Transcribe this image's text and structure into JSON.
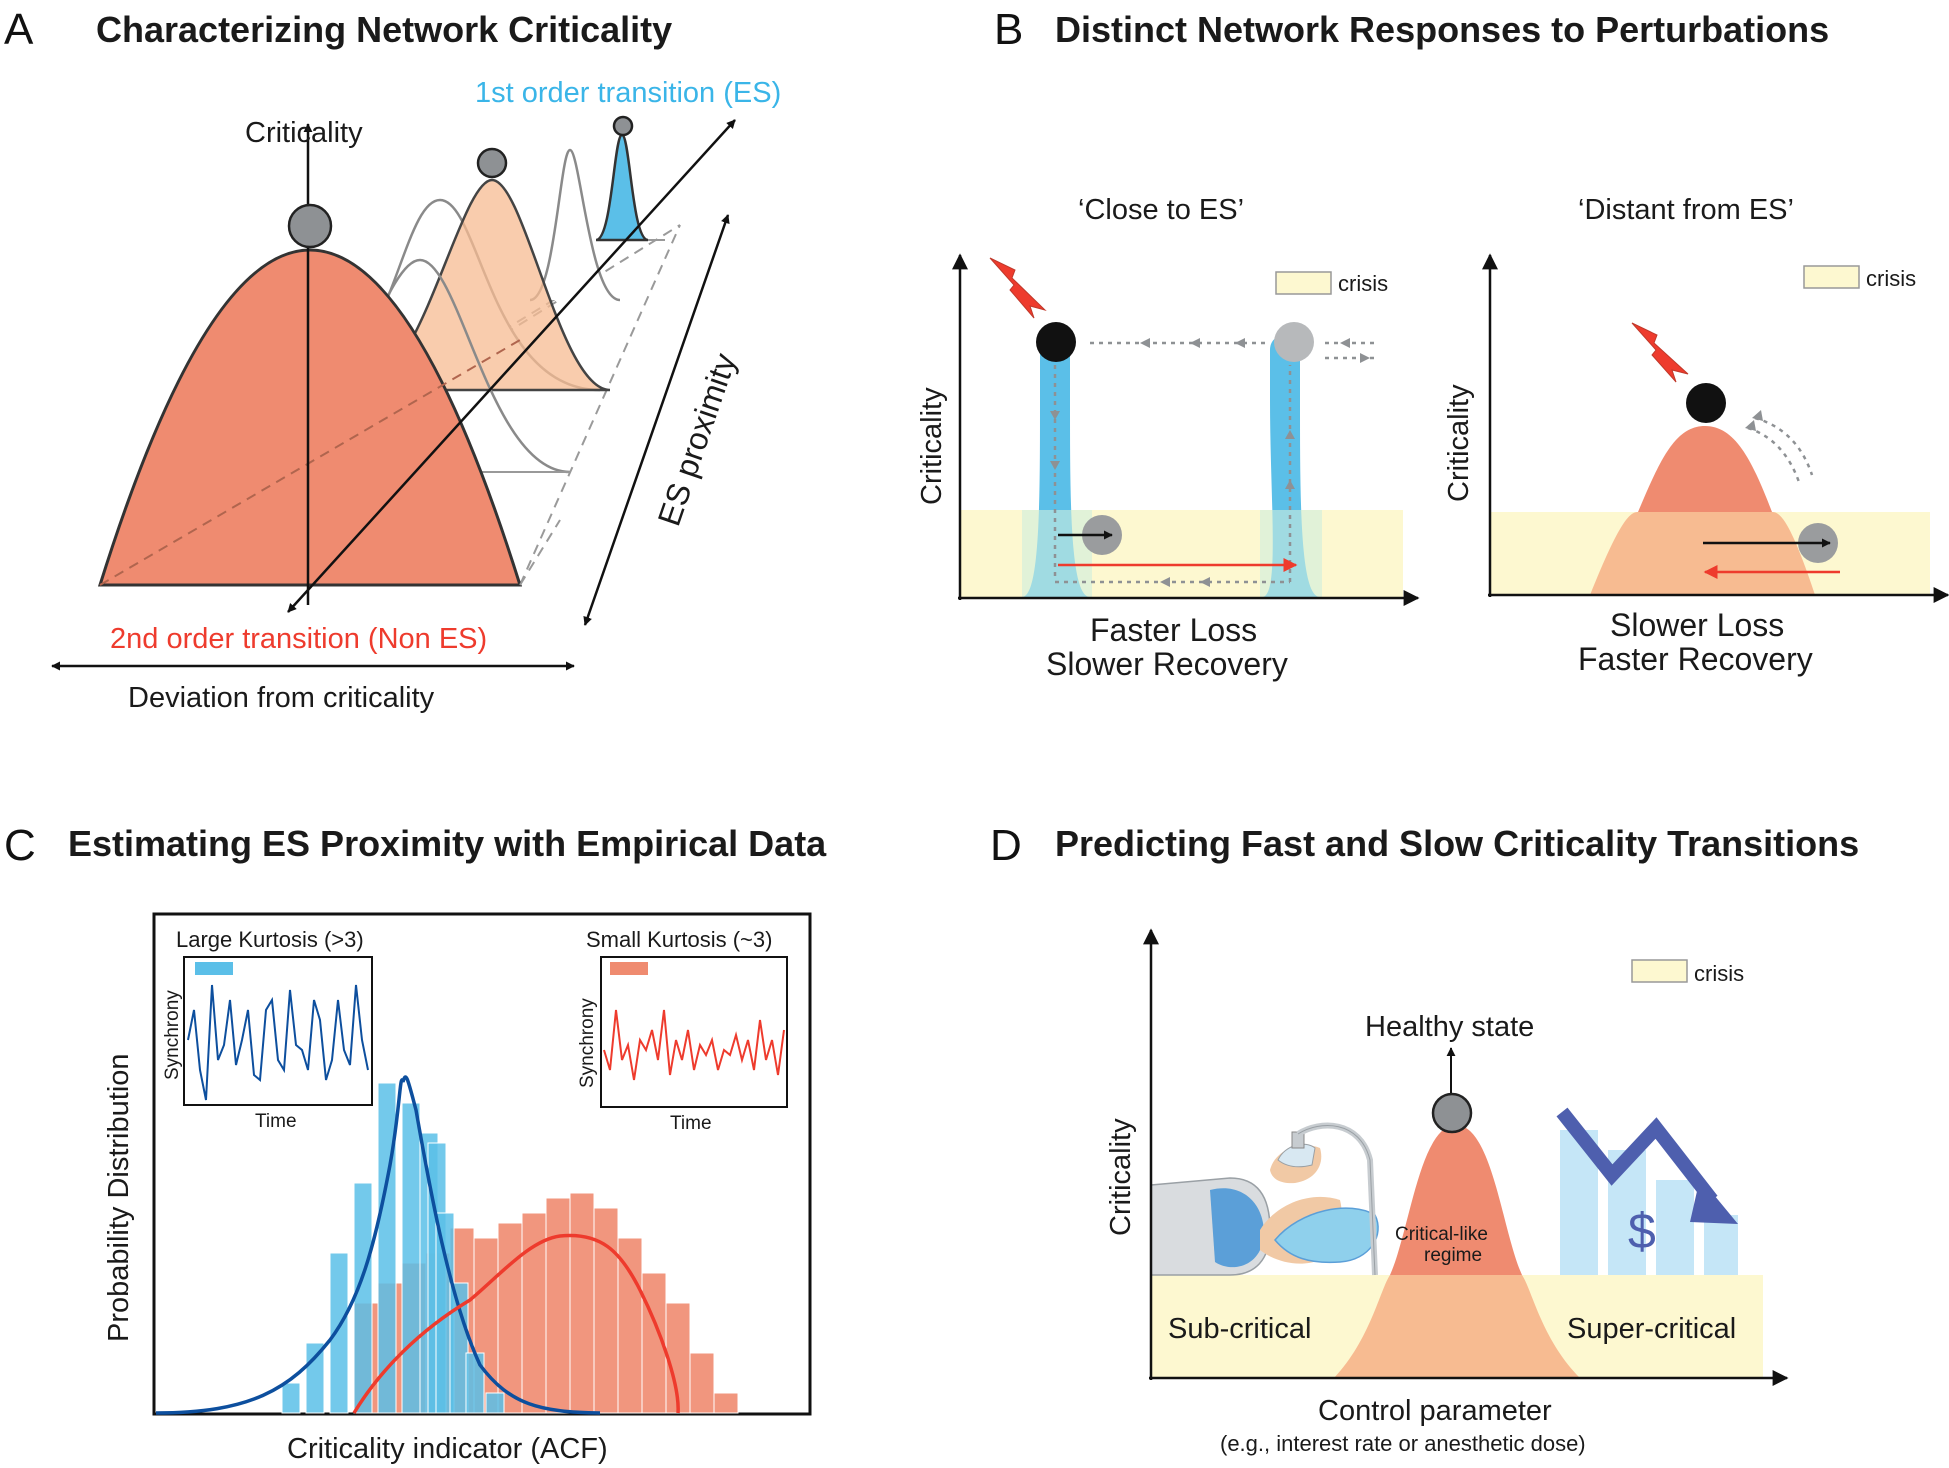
{
  "colors": {
    "es_blue": "#5bbfe8",
    "non_es_red": "#ee3b2d",
    "salmon": "#ef8b70",
    "peach": "#f7bb91",
    "crisis_yellow": "#fdf8d0",
    "node_gray": "#8e9194",
    "dark_blue": "#0d4f9e"
  },
  "panelA": {
    "letter": "A",
    "title": "Characterizing Network Criticality",
    "criticality_label": "Criticality",
    "first_order_label": "1st order transition (ES)",
    "second_order_label": "2nd order transition (Non ES)",
    "es_proximity_label": "ES proximity",
    "deviation_label": "Deviation from criticality"
  },
  "panelB": {
    "letter": "B",
    "title": "Distinct Network Responses to Perturbations",
    "close_title": "‘Close to ES’",
    "distant_title": "‘Distant from ES’",
    "crisis_label": "crisis",
    "y_label": "Criticality",
    "close_caption_1": "Faster Loss",
    "close_caption_2": "Slower Recovery",
    "distant_caption_1": "Slower Loss",
    "distant_caption_2": "Faster Recovery"
  },
  "panelC": {
    "letter": "C",
    "title": "Estimating ES Proximity with Empirical Data",
    "y_label": "Probability Distribution",
    "x_label": "Criticality indicator (ACF)",
    "inset_left_title": "Large Kurtosis (>3)",
    "inset_right_title": "Small Kurtosis (~3)",
    "inset_y": "Synchrony",
    "inset_x": "Time"
  },
  "panelD": {
    "letter": "D",
    "title": "Predicting Fast and Slow Criticality Transitions",
    "crisis_label": "crisis",
    "healthy_label": "Healthy state",
    "regime_label_1": "Critical-like",
    "regime_label_2": "regime",
    "sub_label": "Sub-critical",
    "super_label": "Super-critical",
    "y_label": "Criticality",
    "x_label": "Control parameter",
    "x_sublabel": "(e.g., interest rate or anesthetic dose)",
    "dollar": "$"
  }
}
